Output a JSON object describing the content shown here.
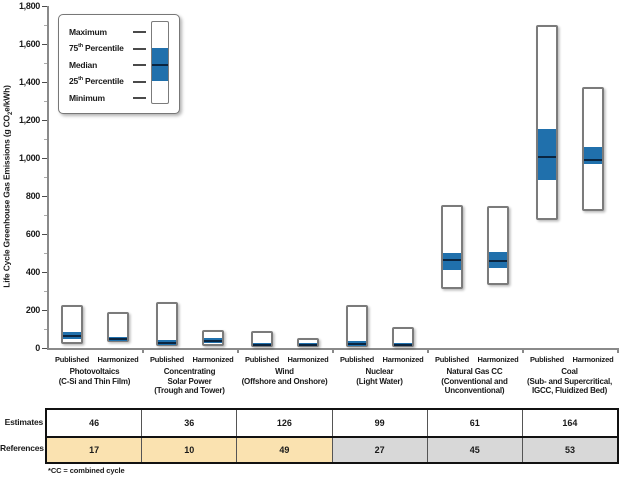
{
  "chart_data": {
    "type": "boxplot",
    "ylabel": {
      "pre": "Life Cycle Greenhouse Gas Emissions (g CO",
      "sub": "2",
      "post": "e/kWh)"
    },
    "y_axis": {
      "min": 0,
      "max": 1800,
      "major_step": 200,
      "minor_step": 100,
      "grid": false
    },
    "series_labels": [
      "Published",
      "Harmonized"
    ],
    "legend": {
      "position": "top-left",
      "items": [
        {
          "pre": "Maximum",
          "sup": "",
          "post": ""
        },
        {
          "pre": "75",
          "sup": "th",
          "post": " Percentile"
        },
        {
          "pre": "Median",
          "sup": "",
          "post": ""
        },
        {
          "pre": "25",
          "sup": "th",
          "post": " Percentile"
        },
        {
          "pre": "Minimum",
          "sup": "",
          "post": ""
        }
      ]
    },
    "groups": [
      {
        "id": "photovoltaics",
        "label_lines": [
          "Photovoltaics",
          "(C-Si and Thin Film)"
        ],
        "published": {
          "min": 20,
          "q1": 48,
          "median": 65,
          "q3": 83,
          "max": 224
        },
        "harmonized": {
          "min": 30,
          "q1": 39,
          "median": 47,
          "q3": 60,
          "max": 188
        },
        "estimates": 46,
        "references": 17,
        "ref_color": "tan"
      },
      {
        "id": "concentrating-solar-power",
        "label_lines": [
          "Concentrating",
          "Solar Power",
          "(Trough and Tower)"
        ],
        "published": {
          "min": 13,
          "q1": 18,
          "median": 27,
          "q3": 42,
          "max": 242
        },
        "harmonized": {
          "min": 13,
          "q1": 27,
          "median": 38,
          "q3": 52,
          "max": 96
        },
        "estimates": 36,
        "references": 10,
        "ref_color": "tan"
      },
      {
        "id": "wind",
        "label_lines": [
          "Wind",
          "(Offshore and Onshore)"
        ],
        "published": {
          "min": 6,
          "q1": 10,
          "median": 16,
          "q3": 28,
          "max": 90
        },
        "harmonized": {
          "min": 4,
          "q1": 9,
          "median": 14,
          "q3": 26,
          "max": 52
        },
        "estimates": 126,
        "references": 49,
        "ref_color": "tan"
      },
      {
        "id": "nuclear",
        "label_lines": [
          "Nuclear",
          "(Light Water)"
        ],
        "published": {
          "min": 4,
          "q1": 13,
          "median": 20,
          "q3": 38,
          "max": 225
        },
        "harmonized": {
          "min": 4,
          "q1": 10,
          "median": 14,
          "q3": 26,
          "max": 112
        },
        "estimates": 99,
        "references": 27,
        "ref_color": "gray"
      },
      {
        "id": "natural-gas-cc",
        "label_lines": [
          "Natural Gas CC",
          "(Conventional and",
          "Unconventional)"
        ],
        "published": {
          "min": 310,
          "q1": 410,
          "median": 465,
          "q3": 500,
          "max": 755
        },
        "harmonized": {
          "min": 330,
          "q1": 420,
          "median": 460,
          "q3": 505,
          "max": 745
        },
        "estimates": 61,
        "references": 45,
        "ref_color": "gray"
      },
      {
        "id": "coal",
        "label_lines": [
          "Coal",
          "(Sub- and Supercritical,",
          "IGCC, Fluidized Bed)"
        ],
        "published": {
          "min": 675,
          "q1": 885,
          "median": 1005,
          "q3": 1155,
          "max": 1700
        },
        "harmonized": {
          "min": 720,
          "q1": 970,
          "median": 990,
          "q3": 1060,
          "max": 1375
        },
        "estimates": 164,
        "references": 53,
        "ref_color": "gray"
      }
    ],
    "colors": {
      "iqr_blue": "#2070AC",
      "median_line": "#0A2540",
      "box_border": "#7B7B7B",
      "ref_tan": "#FAE2B0",
      "ref_gray": "#D8D8D8"
    }
  },
  "table": {
    "row_labels": [
      "Estimates",
      "References"
    ]
  },
  "footnote": "*CC = combined cycle"
}
